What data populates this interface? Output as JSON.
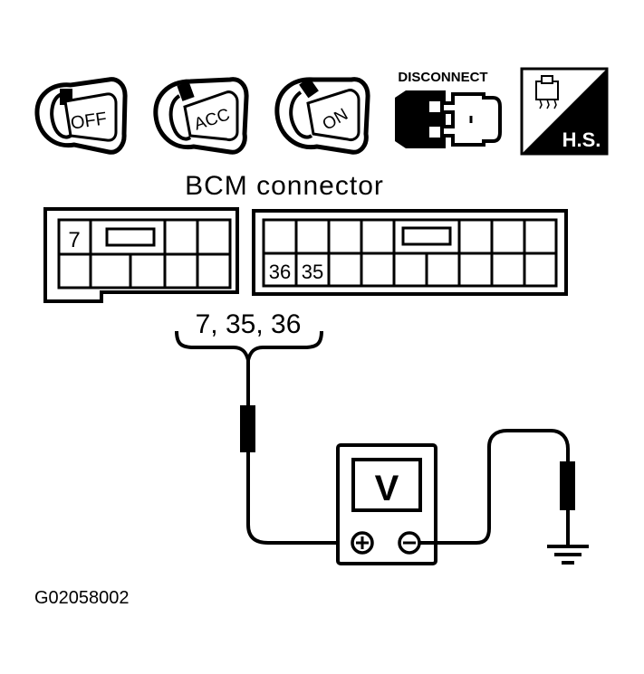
{
  "icons": {
    "key_off": {
      "label": "OFF",
      "icon": "ignition-key-off-icon"
    },
    "key_acc": {
      "label": "ACC",
      "icon": "ignition-key-acc-icon"
    },
    "key_on": {
      "label": "ON",
      "icon": "ignition-key-on-icon"
    },
    "disconnect": {
      "label": "DISCONNECT",
      "icon": "disconnect-connector-icon"
    },
    "harness_side": {
      "label": "H.S.",
      "icon": "harness-side-connector-icon"
    }
  },
  "connector": {
    "title": "BCM connector",
    "left_terminal": "7",
    "right_terminal_a": "36",
    "right_terminal_b": "35",
    "probe_terminals": "7, 35, 36"
  },
  "meter": {
    "display": "V",
    "plus_symbol": "⊕",
    "minus_symbol": "⊖"
  },
  "ground": {
    "icon": "ground-icon"
  },
  "figure_id": "G02058002",
  "colors": {
    "ink": "#000000",
    "paper": "#ffffff"
  }
}
